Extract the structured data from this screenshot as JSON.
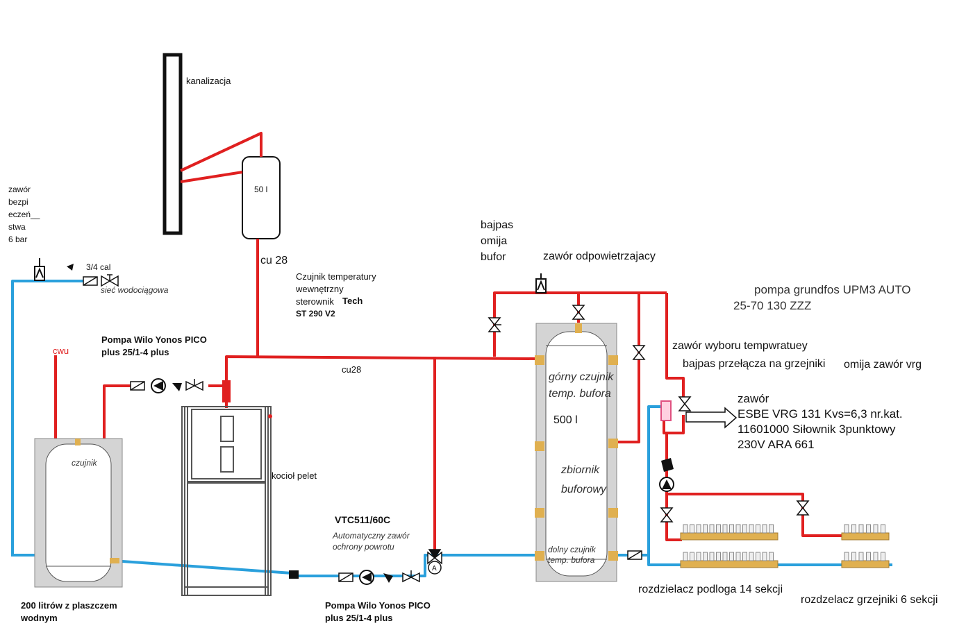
{
  "labels": {
    "kanalizacja": "kanalizacja",
    "expansion_tank": "50 l",
    "pipe_cu28_vertical": "cu 28",
    "pipe_cu28_main": "cu28",
    "safety_valve": "zawór\nbezpi\neczeń__\nstwa\n6 bar",
    "cal_size": "3/4 cal",
    "water_network": "sieć wodociągowa",
    "temp_sensor": "Czujnik temperatury\nwewnętrzny\nsterownik",
    "temp_sensor_brand": "Tech",
    "temp_sensor_model": "ST 290 V2",
    "pump_top": "Pompa Wilo Yonos PICO\nplus 25/1-4 plus",
    "pump_bottom": "Pompa Wilo Yonos PICO\nplus 25/1-4 plus",
    "cwu": "cwu",
    "cwu_sensor": "czujnik",
    "cwu_tank": "200 litrów z plaszczem\nwodnym",
    "boiler": "kocioł  pelet",
    "vtc_model": "VTC511/60C",
    "vtc_desc": "Automatyczny zawór\nochrony powrotu",
    "bypass_buffer": "bajpas\nomija\nbufor",
    "air_vent": "zawór odpowietrzajacy",
    "buffer_top_sensor": "górny czujnik\ntemp. bufora",
    "buffer_volume": "500 l",
    "buffer_tank": "zbiornik\nbuforowy",
    "buffer_bottom_sensor": "dolny czujnik\ntemp. bufora",
    "grundfos_pump": "pompa grundfos UPM3 AUTO",
    "grundfos_model": "25-70 130 ZZZ",
    "return_temp_valve": "zawór wyboru tempwratuey",
    "bypass_radiators": "bajpas  przełącza na grzejniki",
    "bypass_vrg": "omija zawór vrg",
    "esbe_valve": "zawór\nESBE VRG 131 Kvs=6,3 nr.kat.\n11601000 Siłownik 3punktowy\n230V ARA 661",
    "floor_manifold": "rozdzielacz podloga 14 sekcji",
    "radiator_manifold": "rozdzelacz grzejniki 6 sekcji"
  },
  "colors": {
    "hot_pipe": "#e02020",
    "cold_pipe": "#2aa0dc",
    "outline": "#111111",
    "tank_jacket": "#d0d0d0",
    "fitting": "#e0b050"
  }
}
